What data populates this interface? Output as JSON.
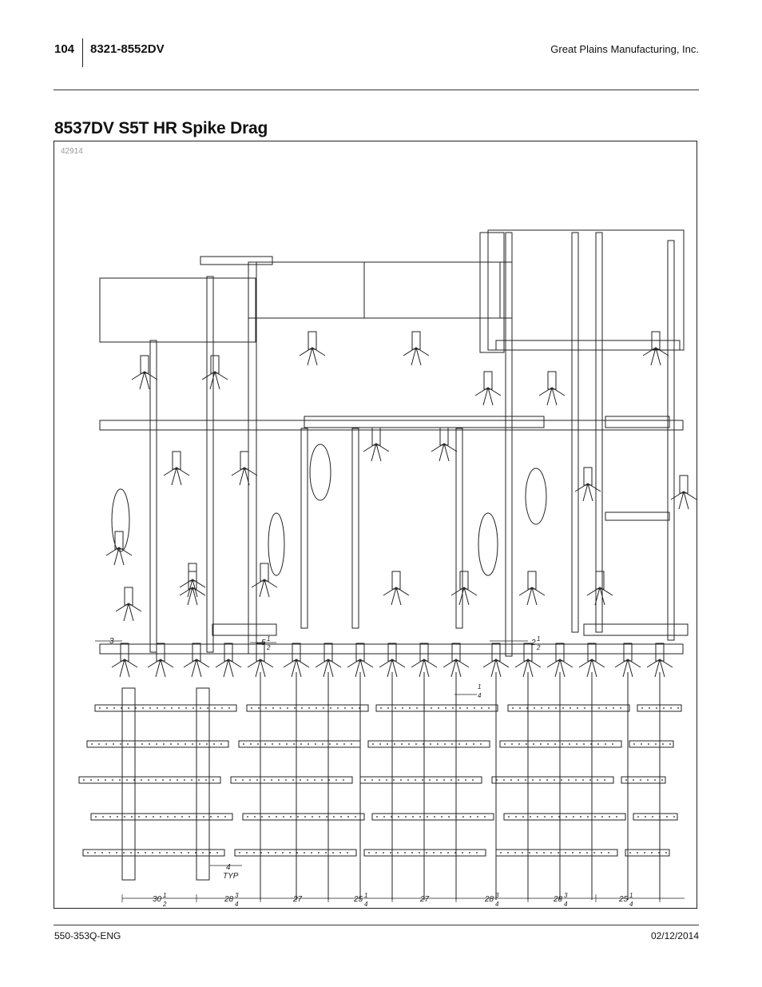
{
  "header": {
    "page_number": "104",
    "model": "8321-8552DV",
    "company": "Great Plains Manufacturing, Inc."
  },
  "section_title": "8537DV S5T HR Spike Drag",
  "figure": {
    "figure_id": "42914",
    "callouts": [
      {
        "whole": "3",
        "num": "",
        "den": ""
      },
      {
        "whole": "5",
        "num": "1",
        "den": "2"
      },
      {
        "whole": "2",
        "num": "1",
        "den": "2"
      },
      {
        "whole": "",
        "num": "1",
        "den": "4"
      },
      {
        "whole": "4",
        "num": "",
        "den": "",
        "note": "TYP"
      }
    ],
    "spacing_dimensions": [
      {
        "whole": "30",
        "num": "1",
        "den": "2"
      },
      {
        "whole": "28",
        "num": "3",
        "den": "4"
      },
      {
        "whole": "27",
        "num": "",
        "den": ""
      },
      {
        "whole": "25",
        "num": "1",
        "den": "4"
      },
      {
        "whole": "27",
        "num": "",
        "den": ""
      },
      {
        "whole": "28",
        "num": "3",
        "den": "4"
      },
      {
        "whole": "28",
        "num": "3",
        "den": "4"
      },
      {
        "whole": "25",
        "num": "1",
        "den": "4"
      }
    ]
  },
  "footer": {
    "doc_number": "550-353Q-ENG",
    "date": "02/12/2014"
  }
}
